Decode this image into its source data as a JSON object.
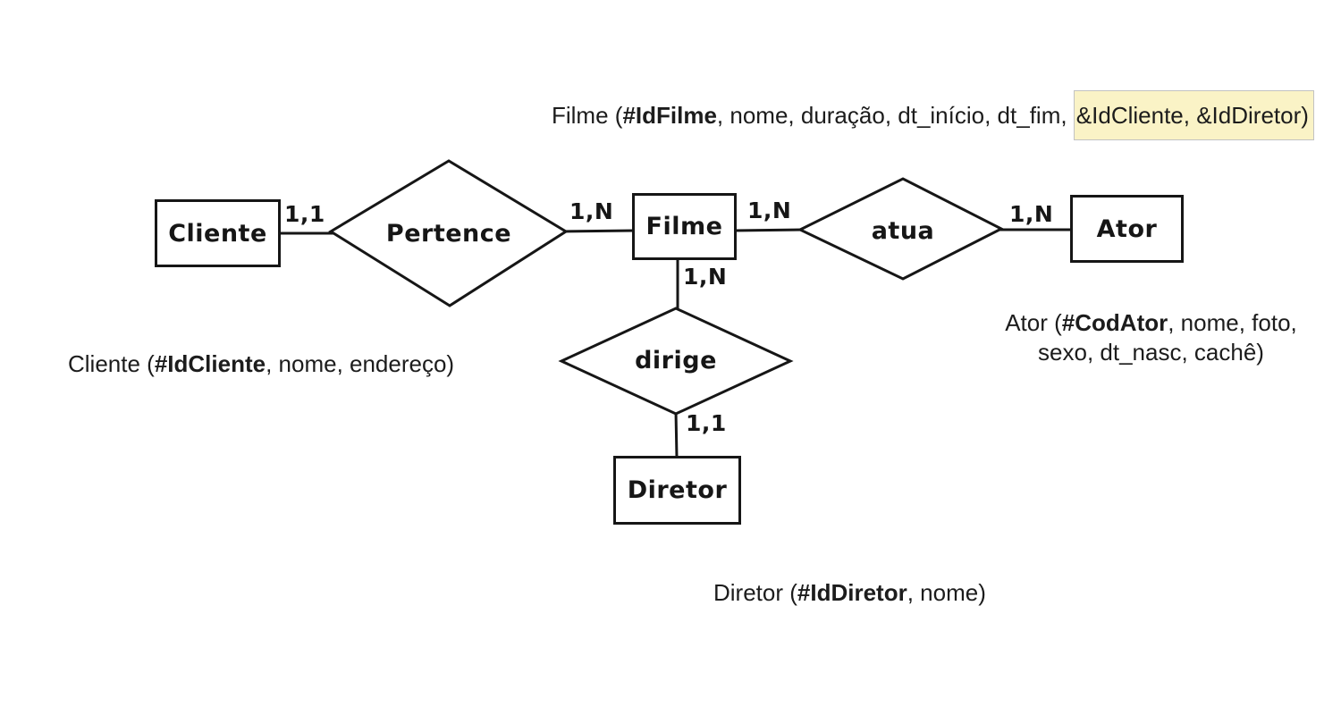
{
  "canvas": {
    "background": "#ffffff",
    "line_color": "#161616",
    "highlight_color": "#faf3c6",
    "highlight_border": "#c2c2c2"
  },
  "entities": [
    {
      "id": "cliente",
      "label": "Cliente"
    },
    {
      "id": "filme",
      "label": "Filme"
    },
    {
      "id": "ator",
      "label": "Ator"
    },
    {
      "id": "diretor",
      "label": "Diretor"
    }
  ],
  "relationships": [
    {
      "id": "pertence",
      "label": "Pertence"
    },
    {
      "id": "atua",
      "label": "atua"
    },
    {
      "id": "dirige",
      "label": "dirige"
    }
  ],
  "cardinalities": [
    {
      "id": "cliente-pertence",
      "label": "1,1"
    },
    {
      "id": "pertence-filme",
      "label": "1,N"
    },
    {
      "id": "filme-atua",
      "label": "1,N"
    },
    {
      "id": "atua-ator",
      "label": "1,N"
    },
    {
      "id": "filme-dirige",
      "label": "1,N"
    },
    {
      "id": "dirige-diretor",
      "label": "1,1"
    }
  ],
  "schemas": {
    "filme": {
      "prefix": "Filme (",
      "pk": "#IdFilme",
      "middle": ", nome, duração, dt_início, dt_fim, ",
      "highlighted": "&IdCliente, &IdDiretor)"
    },
    "cliente": {
      "prefix": "Cliente (",
      "pk": "#IdCliente",
      "suffix": ", nome, endereço)"
    },
    "ator": {
      "prefix": "Ator (",
      "pk": "#CodAtor",
      "suffix_line1": ", nome, foto,",
      "line2": "sexo, dt_nasc, cachê)"
    },
    "diretor": {
      "prefix": "Diretor (",
      "pk": "#IdDiretor",
      "suffix": ", nome)"
    }
  }
}
